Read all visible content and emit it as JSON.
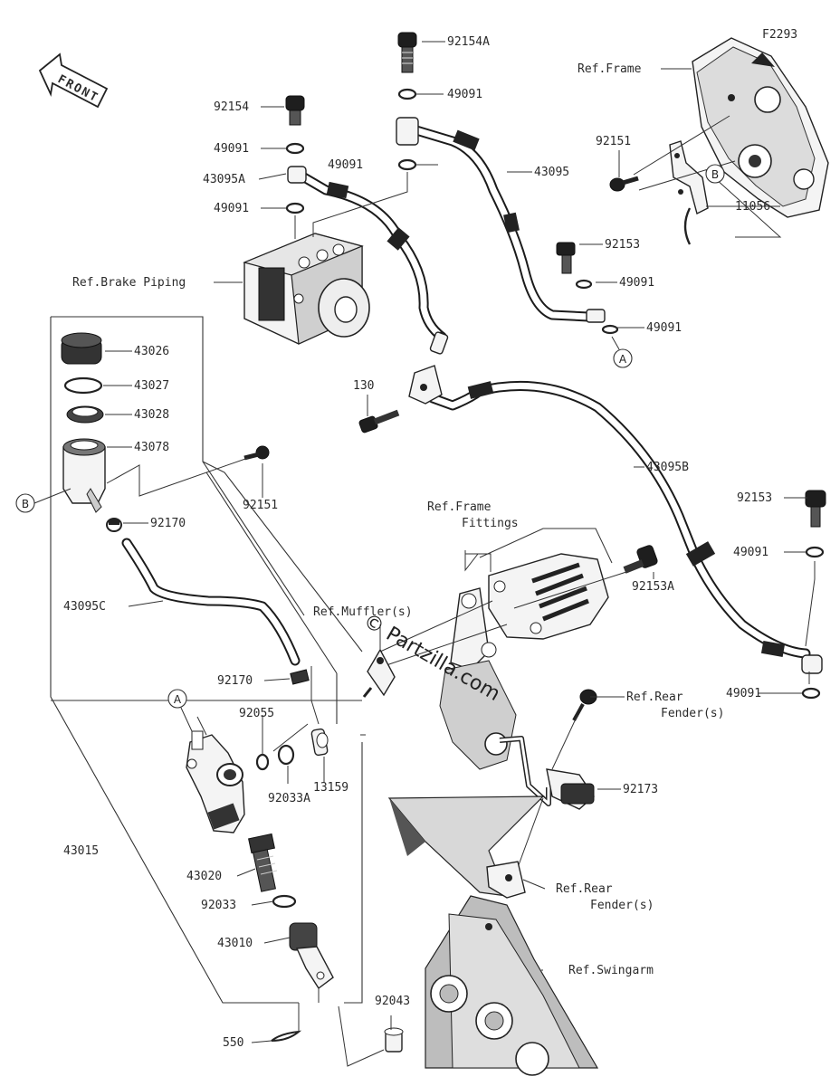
{
  "header": {
    "figure_code": "F2293",
    "front_label": "FRONT"
  },
  "watermark": {
    "text": "© Partzilla.com"
  },
  "callouts": {
    "a": "A",
    "b": "B"
  },
  "labels": {
    "p92154A": "92154A",
    "p92154": "92154",
    "p49091_a": "49091",
    "p49091_b": "49091",
    "p49091_c": "49091",
    "p49091_d": "49091",
    "p43095A": "43095A",
    "p43095": "43095",
    "ref_frame": "Ref.Frame",
    "p92151_top": "92151",
    "p11056": "11056",
    "ref_brake_piping": "Ref.Brake Piping",
    "p92153_mid": "92153",
    "p49091_e": "49091",
    "p49091_f": "49091",
    "p43026": "43026",
    "p43027": "43027",
    "p43028": "43028",
    "p43078": "43078",
    "p130": "130",
    "p43095B": "43095B",
    "p92151_mid": "92151",
    "p92170_top": "92170",
    "ref_frame_fittings_1": "Ref.Frame",
    "ref_frame_fittings_2": "Fittings",
    "p92153_right": "92153",
    "p49091_g": "49091",
    "p92153A": "92153A",
    "p43095C": "43095C",
    "ref_mufflers": "Ref.Muffler(s)",
    "p49091_h": "49091",
    "ref_rear_fender_1a": "Ref.Rear",
    "ref_rear_fender_1b": "Fender(s)",
    "p92170_bot": "92170",
    "p92055": "92055",
    "p13159": "13159",
    "p92033A": "92033A",
    "p92173": "92173",
    "p43015": "43015",
    "p43020": "43020",
    "ref_rear_fender_2a": "Ref.Rear",
    "ref_rear_fender_2b": "Fender(s)",
    "p92033": "92033",
    "p43010": "43010",
    "ref_swingarm": "Ref.Swingarm",
    "p92043": "92043",
    "p550": "550"
  }
}
